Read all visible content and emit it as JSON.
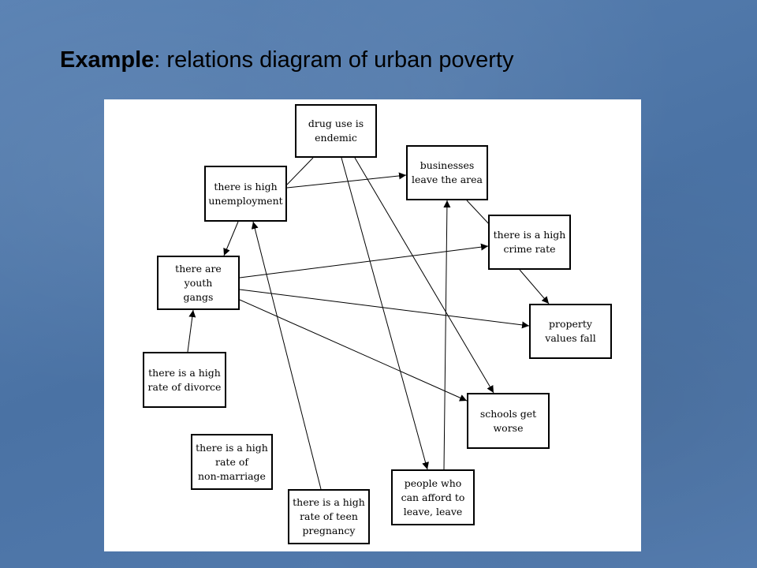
{
  "slide": {
    "title_strong": "Example",
    "title_rest": ": relations diagram of urban poverty"
  },
  "diagram": {
    "nodes": {
      "drug_use": "drug use is\nendemic",
      "unemployment": "there is high\nunemployment",
      "businesses_leave": "businesses\nleave the area",
      "crime_rate": "there is a high\ncrime rate",
      "youth_gangs": "there are youth\ngangs",
      "property_values": "property\nvalues fall",
      "divorce": "there is a high\nrate of divorce",
      "schools_worse": "schools get\nworse",
      "non_marriage": "there is a high\nrate of\nnon-marriage",
      "teen_pregnancy": "there is a high\nrate of teen\npregnancy",
      "people_leave": "people who\ncan afford to\nleave, leave"
    },
    "edges": [
      {
        "from": "drug_use",
        "to": "unemployment",
        "arrow": false
      },
      {
        "from": "unemployment",
        "to": "businesses_leave",
        "arrow": true
      },
      {
        "from": "drug_use",
        "to": "people_leave",
        "arrow": true
      },
      {
        "from": "drug_use",
        "to": "schools_worse",
        "arrow": true
      },
      {
        "from": "unemployment",
        "to": "youth_gangs",
        "arrow": true
      },
      {
        "from": "teen_pregnancy",
        "to": "unemployment",
        "arrow": true
      },
      {
        "from": "people_leave",
        "to": "businesses_leave",
        "arrow": true
      },
      {
        "from": "businesses_leave",
        "to": "crime_rate",
        "arrow": false
      },
      {
        "from": "crime_rate",
        "to": "property_values",
        "arrow": true
      },
      {
        "from": "youth_gangs",
        "to": "crime_rate",
        "arrow": true
      },
      {
        "from": "youth_gangs",
        "to": "property_values",
        "arrow": true
      },
      {
        "from": "youth_gangs",
        "to": "schools_worse",
        "arrow": true
      },
      {
        "from": "divorce",
        "to": "youth_gangs",
        "arrow": true
      }
    ]
  }
}
